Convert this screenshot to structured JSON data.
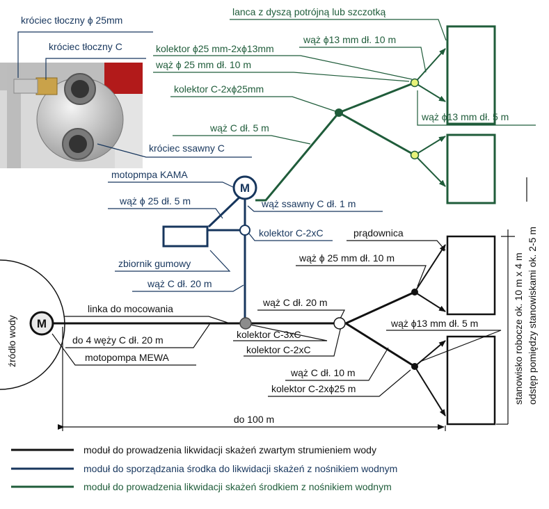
{
  "colors": {
    "black": "#111111",
    "blue": "#17365d",
    "green": "#1f5c3a",
    "green_light": "#e8f27a",
    "photo_bg": "#d8d8d8",
    "pump_red": "#b21a1a",
    "grey_node": "#8c8c8c"
  },
  "photo": {
    "label_discharge_25": "króciec tłoczny ϕ 25mm",
    "label_discharge_c": "króciec tłoczny C",
    "label_suction_c": "króciec ssawny C"
  },
  "green_labels": {
    "nozzle": "lanca z dyszą potrójną lub szczotką",
    "hose13_10": "wąż ϕ13 mm dł. 10 m",
    "collector_25_2x13": "kolektor ϕ25 mm-2xϕ13mm",
    "hose25_10": "wąż ϕ 25 mm dł. 10 m",
    "collector_c_2x25": "kolektor  C-2xϕ25mm",
    "hose13_5": "wąż ϕ13 mm dł. 5 m",
    "hose_c_5": "wąż C dł. 5 m"
  },
  "blue_labels": {
    "kama": "motopmpa KAMA",
    "hose25_5": "wąż ϕ 25 dł. 5 m",
    "suction_hose": "wąż ssawny C dł. 1 m",
    "collector_c_2xc": "kolektor C-2xC",
    "tank": "zbiornik gumowy",
    "hose_c_20": "wąż C dł. 20 m"
  },
  "black_labels": {
    "generator": "prądownica",
    "hose25_10": "wąż ϕ 25 mm dł. 10 m",
    "hose_c_20": "wąż C dł. 20 m",
    "mount_line": "linka do mocowania",
    "up_to_4": "do 4 węży C dł. 20 m",
    "mewa": "motopompa MEWA",
    "collector_c_3xc": "kolektor C-3xC",
    "collector_c_2xc": "kolektor C-2xC",
    "hose13_5": "wąż ϕ13 mm dł. 5 m",
    "hose_c_10": "wąż C dł. 10 m",
    "collector_c_2x25": "kolektor C-2xϕ25 m",
    "distance": "do 100 m",
    "water_source": "źródło wody",
    "workstation_1": "stanowisko robocze ok. 10 m x 4 m",
    "workstation_2": "odstęp pomiędzy stanowiskami ok. 2-5 m"
  },
  "pump_letter": "M",
  "legend": [
    {
      "text": "moduł do prowadzenia likwidacji skażeń zwartym strumieniem wody",
      "color": "#111111"
    },
    {
      "text": "moduł do sporządzania środka do likwidacji skażeń z nośnikiem wodnym",
      "color": "#17365d"
    },
    {
      "text": "moduł do prowadzenia likwidacji skażeń środkiem z nośnikiem wodnym",
      "color": "#1f5c3a"
    }
  ]
}
